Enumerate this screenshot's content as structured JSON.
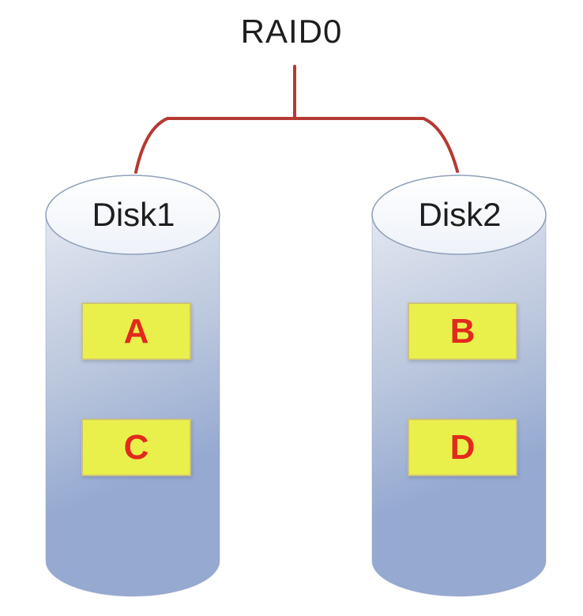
{
  "title": "RAID0",
  "disks": [
    {
      "name": "Disk1",
      "blocks": [
        {
          "label": "A"
        },
        {
          "label": "C"
        }
      ]
    },
    {
      "name": "Disk2",
      "blocks": [
        {
          "label": "B"
        },
        {
          "label": "D"
        }
      ]
    }
  ],
  "colors": {
    "connector_red": "#b53a31",
    "block_fill": "#e9f04c",
    "block_border": "#cdc27e",
    "block_text_red": "#e12a1c",
    "label_text": "#1e1e1e",
    "cylinder_light": "#e2e7f1",
    "cylinder_mid": "#bcc8dd",
    "cylinder_dark": "#95a9d1",
    "ellipse_fill": "#ffffff",
    "ellipse_fill_edge": "#eef2f9",
    "ellipse_stroke": "#8fa0b9"
  }
}
